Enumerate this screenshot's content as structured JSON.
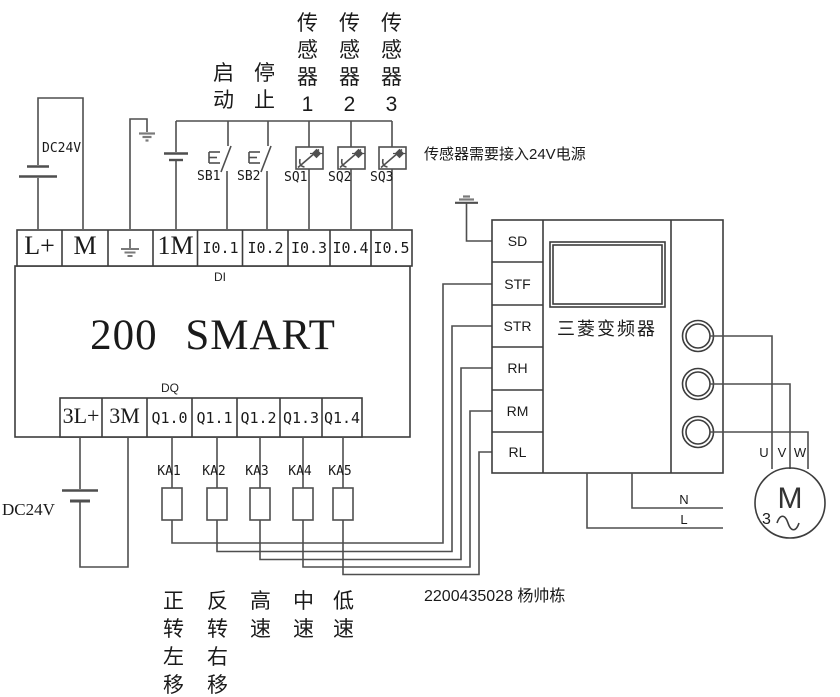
{
  "note_sensor_power": "传感器需要接入24V电源",
  "signature": "2200435028 杨帅栋",
  "supply": {
    "top": "DC24V",
    "bottom": "DC24V"
  },
  "plc": {
    "title": "200 SMART",
    "di_label": "DI",
    "dq_label": "DQ",
    "inputs": [
      "L+",
      "M",
      "1M",
      "I0.1",
      "I0.2",
      "I0.3",
      "I0.4",
      "I0.5"
    ],
    "outputs": [
      "3L+",
      "3M",
      "Q1.0",
      "Q1.1",
      "Q1.2",
      "Q1.3",
      "Q1.4"
    ]
  },
  "input_devices": {
    "start": "启动",
    "stop": "停止",
    "sensor1": "传感器1",
    "sensor2": "传感器2",
    "sensor3": "传感器3",
    "sb1": "SB1",
    "sb2": "SB2",
    "sq1": "SQ1",
    "sq2": "SQ2",
    "sq3": "SQ3"
  },
  "relays": [
    "KA1",
    "KA2",
    "KA3",
    "KA4",
    "KA5"
  ],
  "relay_functions": [
    "正转左移",
    "反转右移",
    "高速",
    "中速",
    "低速"
  ],
  "inverter": {
    "name": "三菱变频器",
    "terminals": [
      "SD",
      "STF",
      "STR",
      "RH",
      "RM",
      "RL"
    ],
    "power_in": {
      "n": "N",
      "l": "L"
    },
    "outputs": [
      "U",
      "V",
      "W"
    ]
  },
  "motor": {
    "label": "M",
    "phase": "3"
  },
  "colors": {
    "wire": "#4f4f4f",
    "box": "#3d3d3d",
    "ground": "#7a7a7a"
  }
}
